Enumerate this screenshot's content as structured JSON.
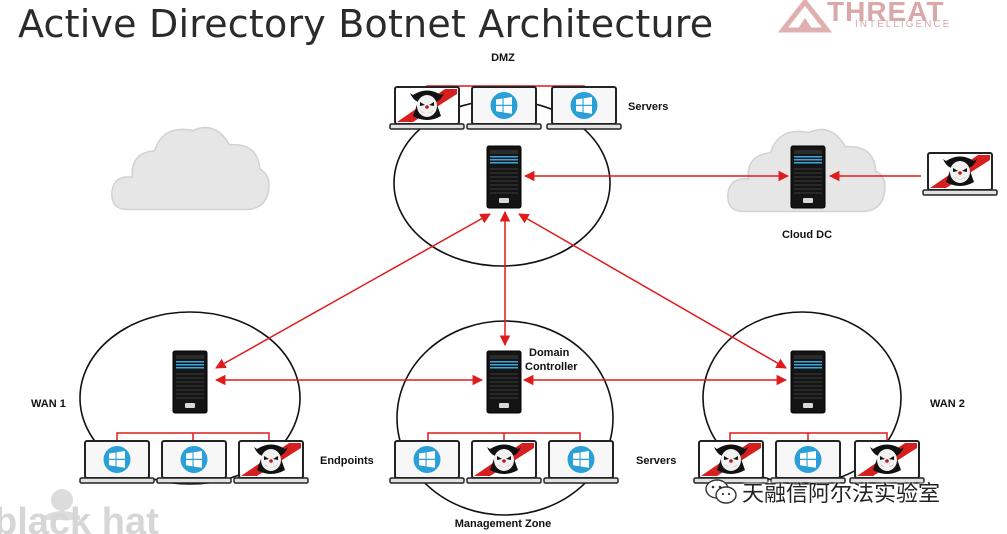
{
  "title": "Active Directory Botnet Architecture",
  "logo": {
    "text": "THREAT",
    "subtext": "INTELLIGENCE"
  },
  "zones": {
    "dmz": {
      "label": "DMZ",
      "servers_label": "Servers"
    },
    "cloud": {
      "label": "Cloud DC"
    },
    "management": {
      "label": "Management Zone",
      "dc_label_line1": "Domain",
      "dc_label_line2": "Controller",
      "servers_label": "Servers"
    },
    "wan1": {
      "label": "WAN 1",
      "endpoints_label": "Endpoints"
    },
    "wan2": {
      "label": "WAN 2"
    }
  },
  "watermark": {
    "text": "天融信阿尔法实验室"
  },
  "corner_logo": {
    "text": "black hat"
  },
  "icons": {
    "server": "server-tower-icon",
    "windows_laptop": "windows-laptop-icon",
    "malicious_laptop": "clown-laptop-icon",
    "cloud": "cloud-icon"
  },
  "colors": {
    "link": "#e01b1b",
    "server_light": "#3aa7e0",
    "windows_tile": "#2a9fd8"
  }
}
